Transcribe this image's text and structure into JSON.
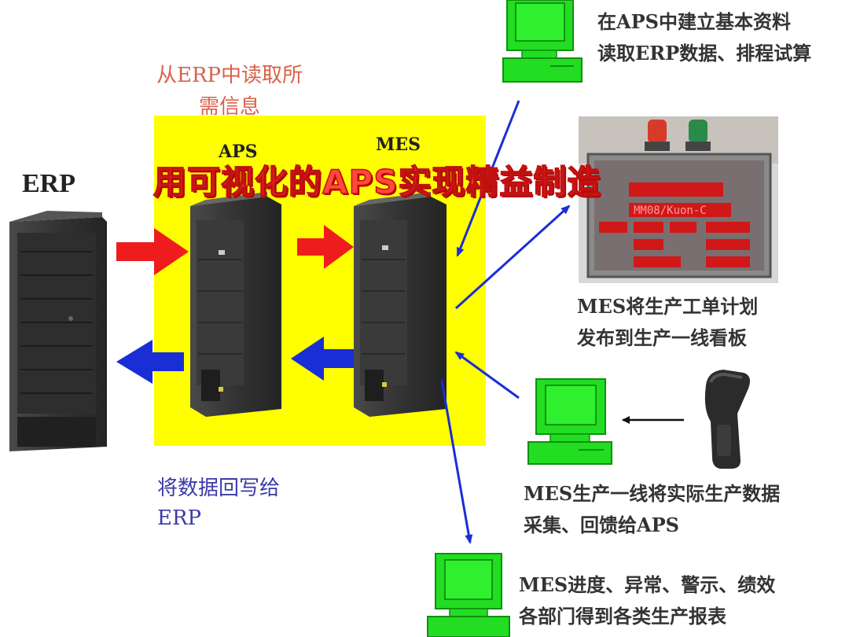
{
  "title": "用可视化的APS实现精益制造",
  "nodes": {
    "erp": "ERP",
    "aps": "APS",
    "mes": "MES"
  },
  "notes": {
    "read_from_erp": [
      "从ERP中读取所",
      "需信息"
    ],
    "write_back": [
      "将数据回写给",
      "ERP"
    ],
    "aps_setup": [
      "在APS中建立基本资料",
      "读取ERP数据、排程试算"
    ],
    "board_publish": [
      "MES将生产工单计划",
      "发布到生产一线看板"
    ],
    "line_collect": [
      "MES生产一线将实际生产数据",
      "采集、回馈给APS"
    ],
    "progress_report": [
      "MES进度、异常、警示、绩效",
      "各部门得到各类生产报表"
    ]
  },
  "board_display": "MM08/Kuon-C",
  "colors": {
    "yellow": "#ffff00",
    "red_arrow": "#ee1c1c",
    "blue_arrow": "#1a2ed6",
    "computer_green": "#22dd22",
    "title_red": "#ff4a3a"
  }
}
